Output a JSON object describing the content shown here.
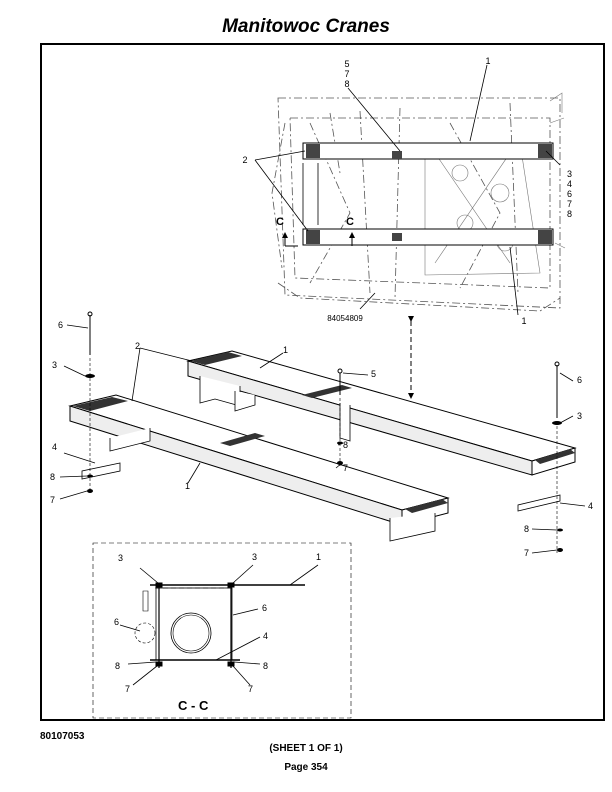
{
  "header": {
    "title": "Manitowoc Cranes"
  },
  "drawing": {
    "top_view": {
      "part_number": "84054809",
      "callout_stack_top": [
        "5",
        "7",
        "8"
      ],
      "callout_stack_right": [
        "3",
        "4",
        "6",
        "7",
        "8"
      ],
      "callout_1_top": "1",
      "callout_1_bottom": "1",
      "callout_2": "2",
      "section_mark_left": "C",
      "section_mark_right": "C"
    },
    "iso_view": {
      "callouts": {
        "c1_upper": "1",
        "c1_lower": "1",
        "c2": "2",
        "c3_left": "3",
        "c3_right": "3",
        "c4_left": "4",
        "c4_right": "4",
        "c5": "5",
        "c6_left": "6",
        "c6_right": "6",
        "c7_left": "7",
        "c7_mid": "7",
        "c7_right": "7",
        "c8_left": "8",
        "c8_mid": "8",
        "c8_right": "8"
      }
    },
    "section_view": {
      "label": "C - C",
      "callouts": {
        "c3_left": "3",
        "c3_right": "3",
        "c1": "1",
        "c6_left": "6",
        "c6_right": "6",
        "c4": "4",
        "c8_left": "8",
        "c8_right": "8",
        "c7_left": "7",
        "c7_right": "7"
      }
    }
  },
  "footer": {
    "document_number": "80107053",
    "sheet": "(SHEET 1 OF 1)",
    "page": "Page 354"
  }
}
